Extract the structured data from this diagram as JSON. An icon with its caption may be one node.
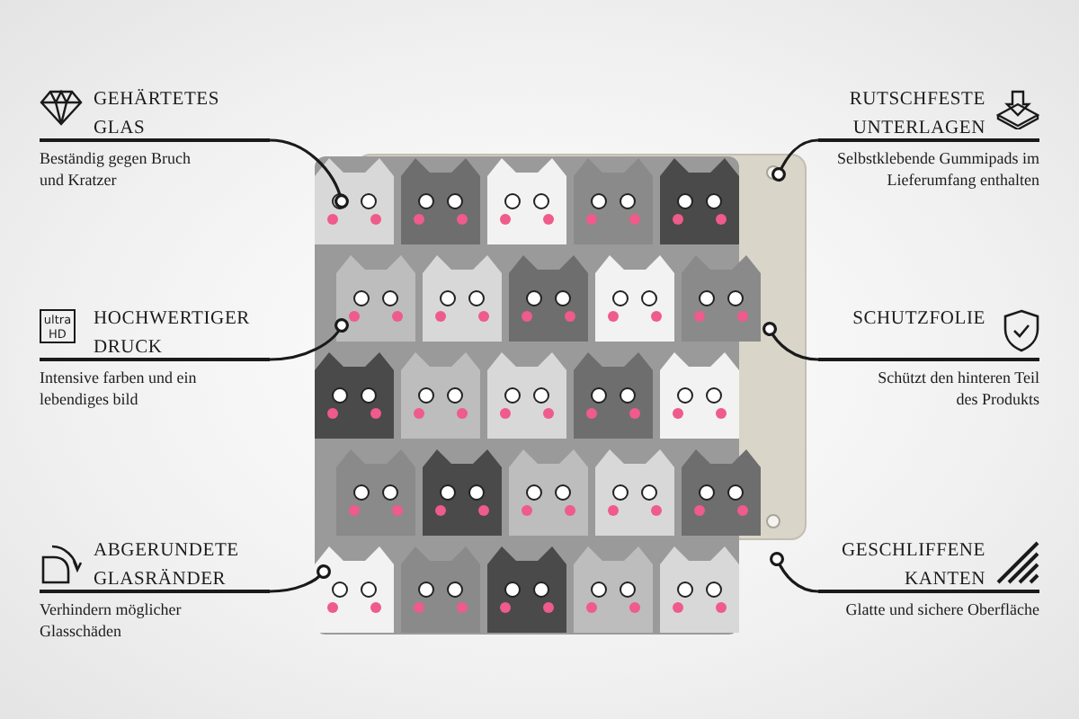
{
  "diagram": {
    "nodes": [
      {
        "text": [
          "GEHÄRTETES GLAS",
          "Beständig gegen Bruch und Kratzer"
        ]
      },
      {
        "text": [
          "RUTSCHFESTE UNTERLAGEN",
          "Selbstklebende Gummipads im Lieferumfang enthalten"
        ]
      },
      {
        "text": [
          "HOCHWERTIGER DRUCK",
          "Intensive farben und ein lebendiges bild"
        ]
      },
      {
        "text": [
          "SCHUTZFOLIE",
          "Schützt den hinteren Teil des Produkts"
        ]
      },
      {
        "text": [
          "ABGERUNDETE GLASRÄNDER",
          "Verhindern möglicher Glasschäden"
        ]
      },
      {
        "text": [
          "GESCHLIFFENE KANTEN",
          "Glatte und sichere Oberfläche"
        ]
      },
      {
        "text": [],
        "shape": "picture"
      }
    ],
    "edges": [
      {
        "from": 0,
        "to": 6,
        "arrow": "other"
      },
      {
        "from": 1,
        "to": 6,
        "arrow": "other"
      },
      {
        "from": 2,
        "to": 6,
        "arrow": "other"
      },
      {
        "from": 3,
        "to": 6,
        "arrow": "other"
      },
      {
        "from": 4,
        "to": 6,
        "arrow": "other"
      },
      {
        "from": 5,
        "to": 6,
        "arrow": "other"
      }
    ],
    "labels": [
      "ultra HD"
    ]
  }
}
